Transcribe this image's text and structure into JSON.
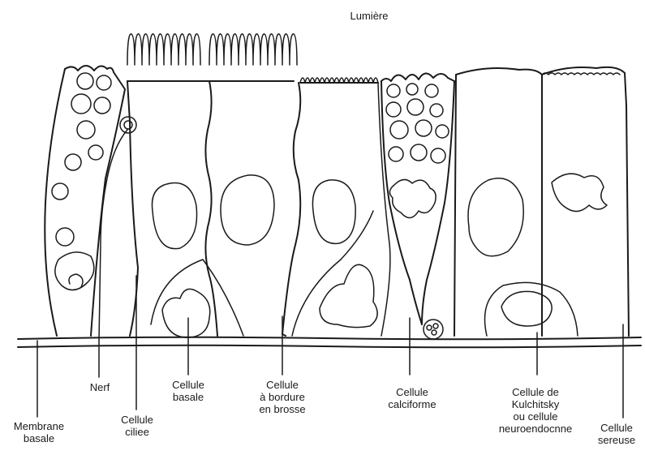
{
  "labels": {
    "lumiere": "Lumière",
    "membrane": [
      "Membrane",
      "basale"
    ],
    "nerf": "Nerf",
    "ciliee": [
      "Cellule",
      "ciliee"
    ],
    "basale": [
      "Cellule",
      "basale"
    ],
    "bordure": [
      "Cellule",
      "à bordure",
      "en brosse"
    ],
    "calciforme": [
      "Cellule",
      "calciforme"
    ],
    "kulchitsky": [
      "Cellule de",
      "Kulchitsky",
      "ou cellule",
      "neuroendocnne"
    ],
    "sereuse": [
      "Cellule",
      "sereuse"
    ]
  }
}
